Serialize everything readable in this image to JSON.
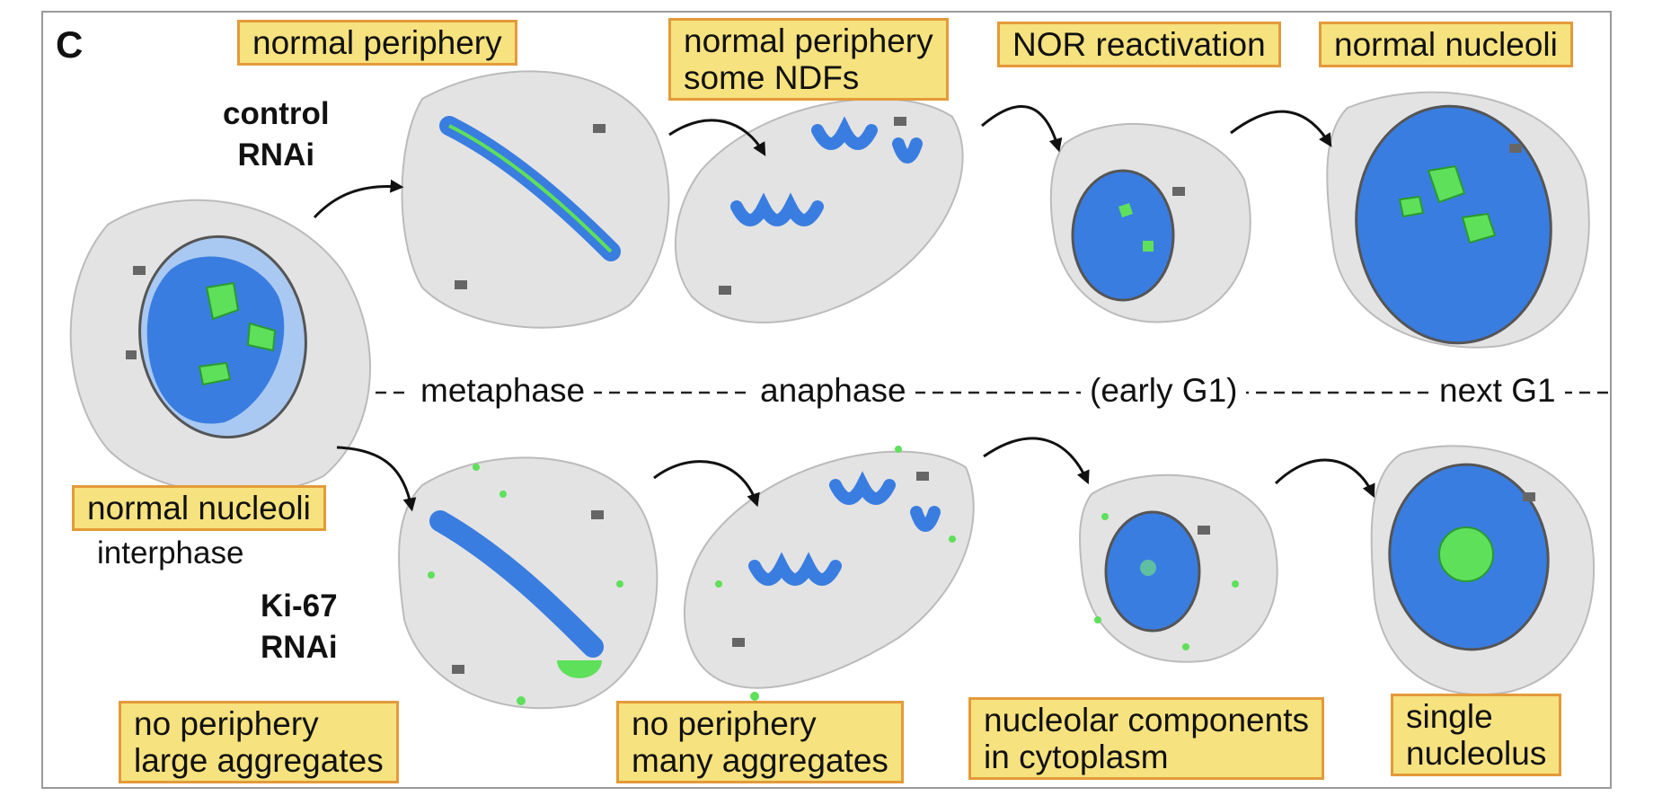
{
  "panel_letter": "C",
  "rows": {
    "control": {
      "label": "control\nRNAi"
    },
    "ki67": {
      "label": "Ki-67\nRNAi"
    }
  },
  "interphase": {
    "box": "normal nucleoli",
    "stage": "interphase"
  },
  "stages": [
    "metaphase",
    "anaphase",
    "(early G1)",
    "next G1"
  ],
  "control_boxes": [
    "normal periphery",
    "normal periphery\nsome NDFs",
    "NOR reactivation",
    "normal nucleoli"
  ],
  "ki67_boxes": [
    "no periphery\nlarge aggregates",
    "no periphery\nmany aggregates",
    "nucleolar components\nin cytoplasm",
    "single\nnucleolus"
  ],
  "colors": {
    "box_fill": "#f6e27e",
    "box_border": "#e49a3a",
    "chromatin": "#3a7de0",
    "nucleolar": "#5ee05a",
    "cell": "#e3e3e3"
  }
}
